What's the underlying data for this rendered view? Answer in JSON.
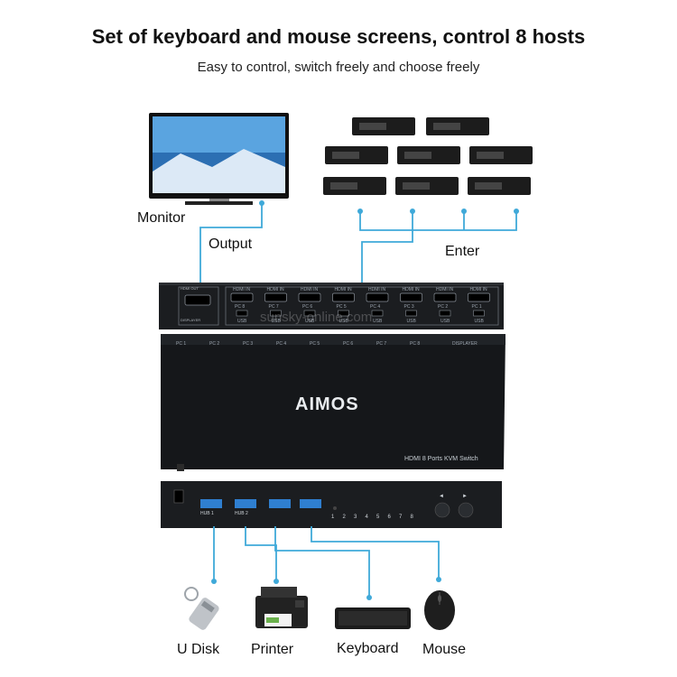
{
  "header": {
    "title": "Set of keyboard and mouse screens, control 8 hosts",
    "subtitle": "Easy to control, switch freely and choose freely"
  },
  "labels": {
    "monitor": "Monitor",
    "output": "Output",
    "enter": "Enter",
    "udisk": "U Disk",
    "printer": "Printer",
    "keyboard": "Keyboard",
    "mouse": "Mouse"
  },
  "device": {
    "brand": "AIMOS",
    "model": "HDMI 8 Ports KVM Switch",
    "watermark": "sunsky-online.com",
    "hdmi_out_label": "HDMI OUT",
    "displayer_label": "DISPLAYER",
    "hdmi_in_label": "HDMI IN",
    "usb_label": "USB",
    "back_ports": [
      "PC 8",
      "PC 7",
      "PC 6",
      "PC 5",
      "PC 4",
      "PC 3",
      "PC 2",
      "PC 1"
    ],
    "top_ports": [
      "PC 1",
      "PC 2",
      "PC 3",
      "PC 4",
      "PC 5",
      "PC 6",
      "PC 7",
      "PC 8",
      "DISPLAYER"
    ],
    "front_hubs": [
      "HUB 1",
      "HUB 2"
    ],
    "front_numbers": [
      "1",
      "2",
      "3",
      "4",
      "5",
      "6",
      "7",
      "8"
    ],
    "arrows": [
      "◄",
      "►"
    ]
  },
  "colors": {
    "accent_line": "#3fa9d9",
    "device_body": "#1b1d20",
    "usb_blue": "#2f7fd0",
    "brand_green": "#9fc83b"
  }
}
